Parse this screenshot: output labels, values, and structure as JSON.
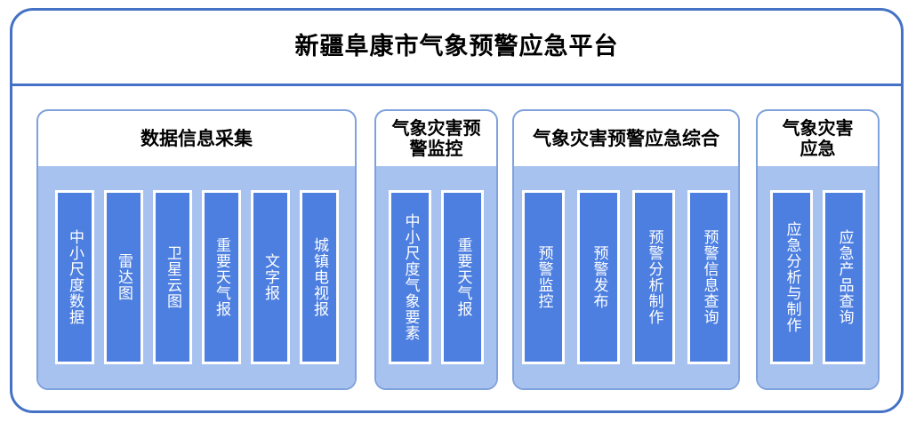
{
  "platform": {
    "title": "新疆阜康市气象预警应急平台"
  },
  "colors": {
    "outer_border": "#4472C4",
    "group_border": "#7FA1DC",
    "group_body_bg": "#A8C2F0",
    "bar_fill": "#4D7FE0",
    "bar_border": "#FFFFFF",
    "title_text": "#000000",
    "bar_text": "#FFFFFF"
  },
  "groups": [
    {
      "title": "数据信息采集",
      "title_lines": [
        "数据信息采集"
      ],
      "items": [
        {
          "label": "中小尺度数据"
        },
        {
          "label": "雷达图"
        },
        {
          "label": "卫星云图"
        },
        {
          "label": "重要天气报"
        },
        {
          "label": "文字报"
        },
        {
          "label": "城镇电视报"
        }
      ]
    },
    {
      "title": "气象灾害预警监控",
      "title_lines": [
        "气象灾害预",
        "警监控"
      ],
      "items": [
        {
          "label": "中小尺度气象要素"
        },
        {
          "label": "重要天气报"
        }
      ]
    },
    {
      "title": "气象灾害预警应急综合",
      "title_lines": [
        "气象灾害预警应急综合"
      ],
      "items": [
        {
          "label": "预警监控"
        },
        {
          "label": "预警发布"
        },
        {
          "label": "预警分析制作"
        },
        {
          "label": "预警信息查询"
        }
      ]
    },
    {
      "title": "气象灾害应急",
      "title_lines": [
        "气象灾害",
        "应急"
      ],
      "items": [
        {
          "label": "应急分析与制作"
        },
        {
          "label": "应急产品查询"
        }
      ]
    }
  ]
}
